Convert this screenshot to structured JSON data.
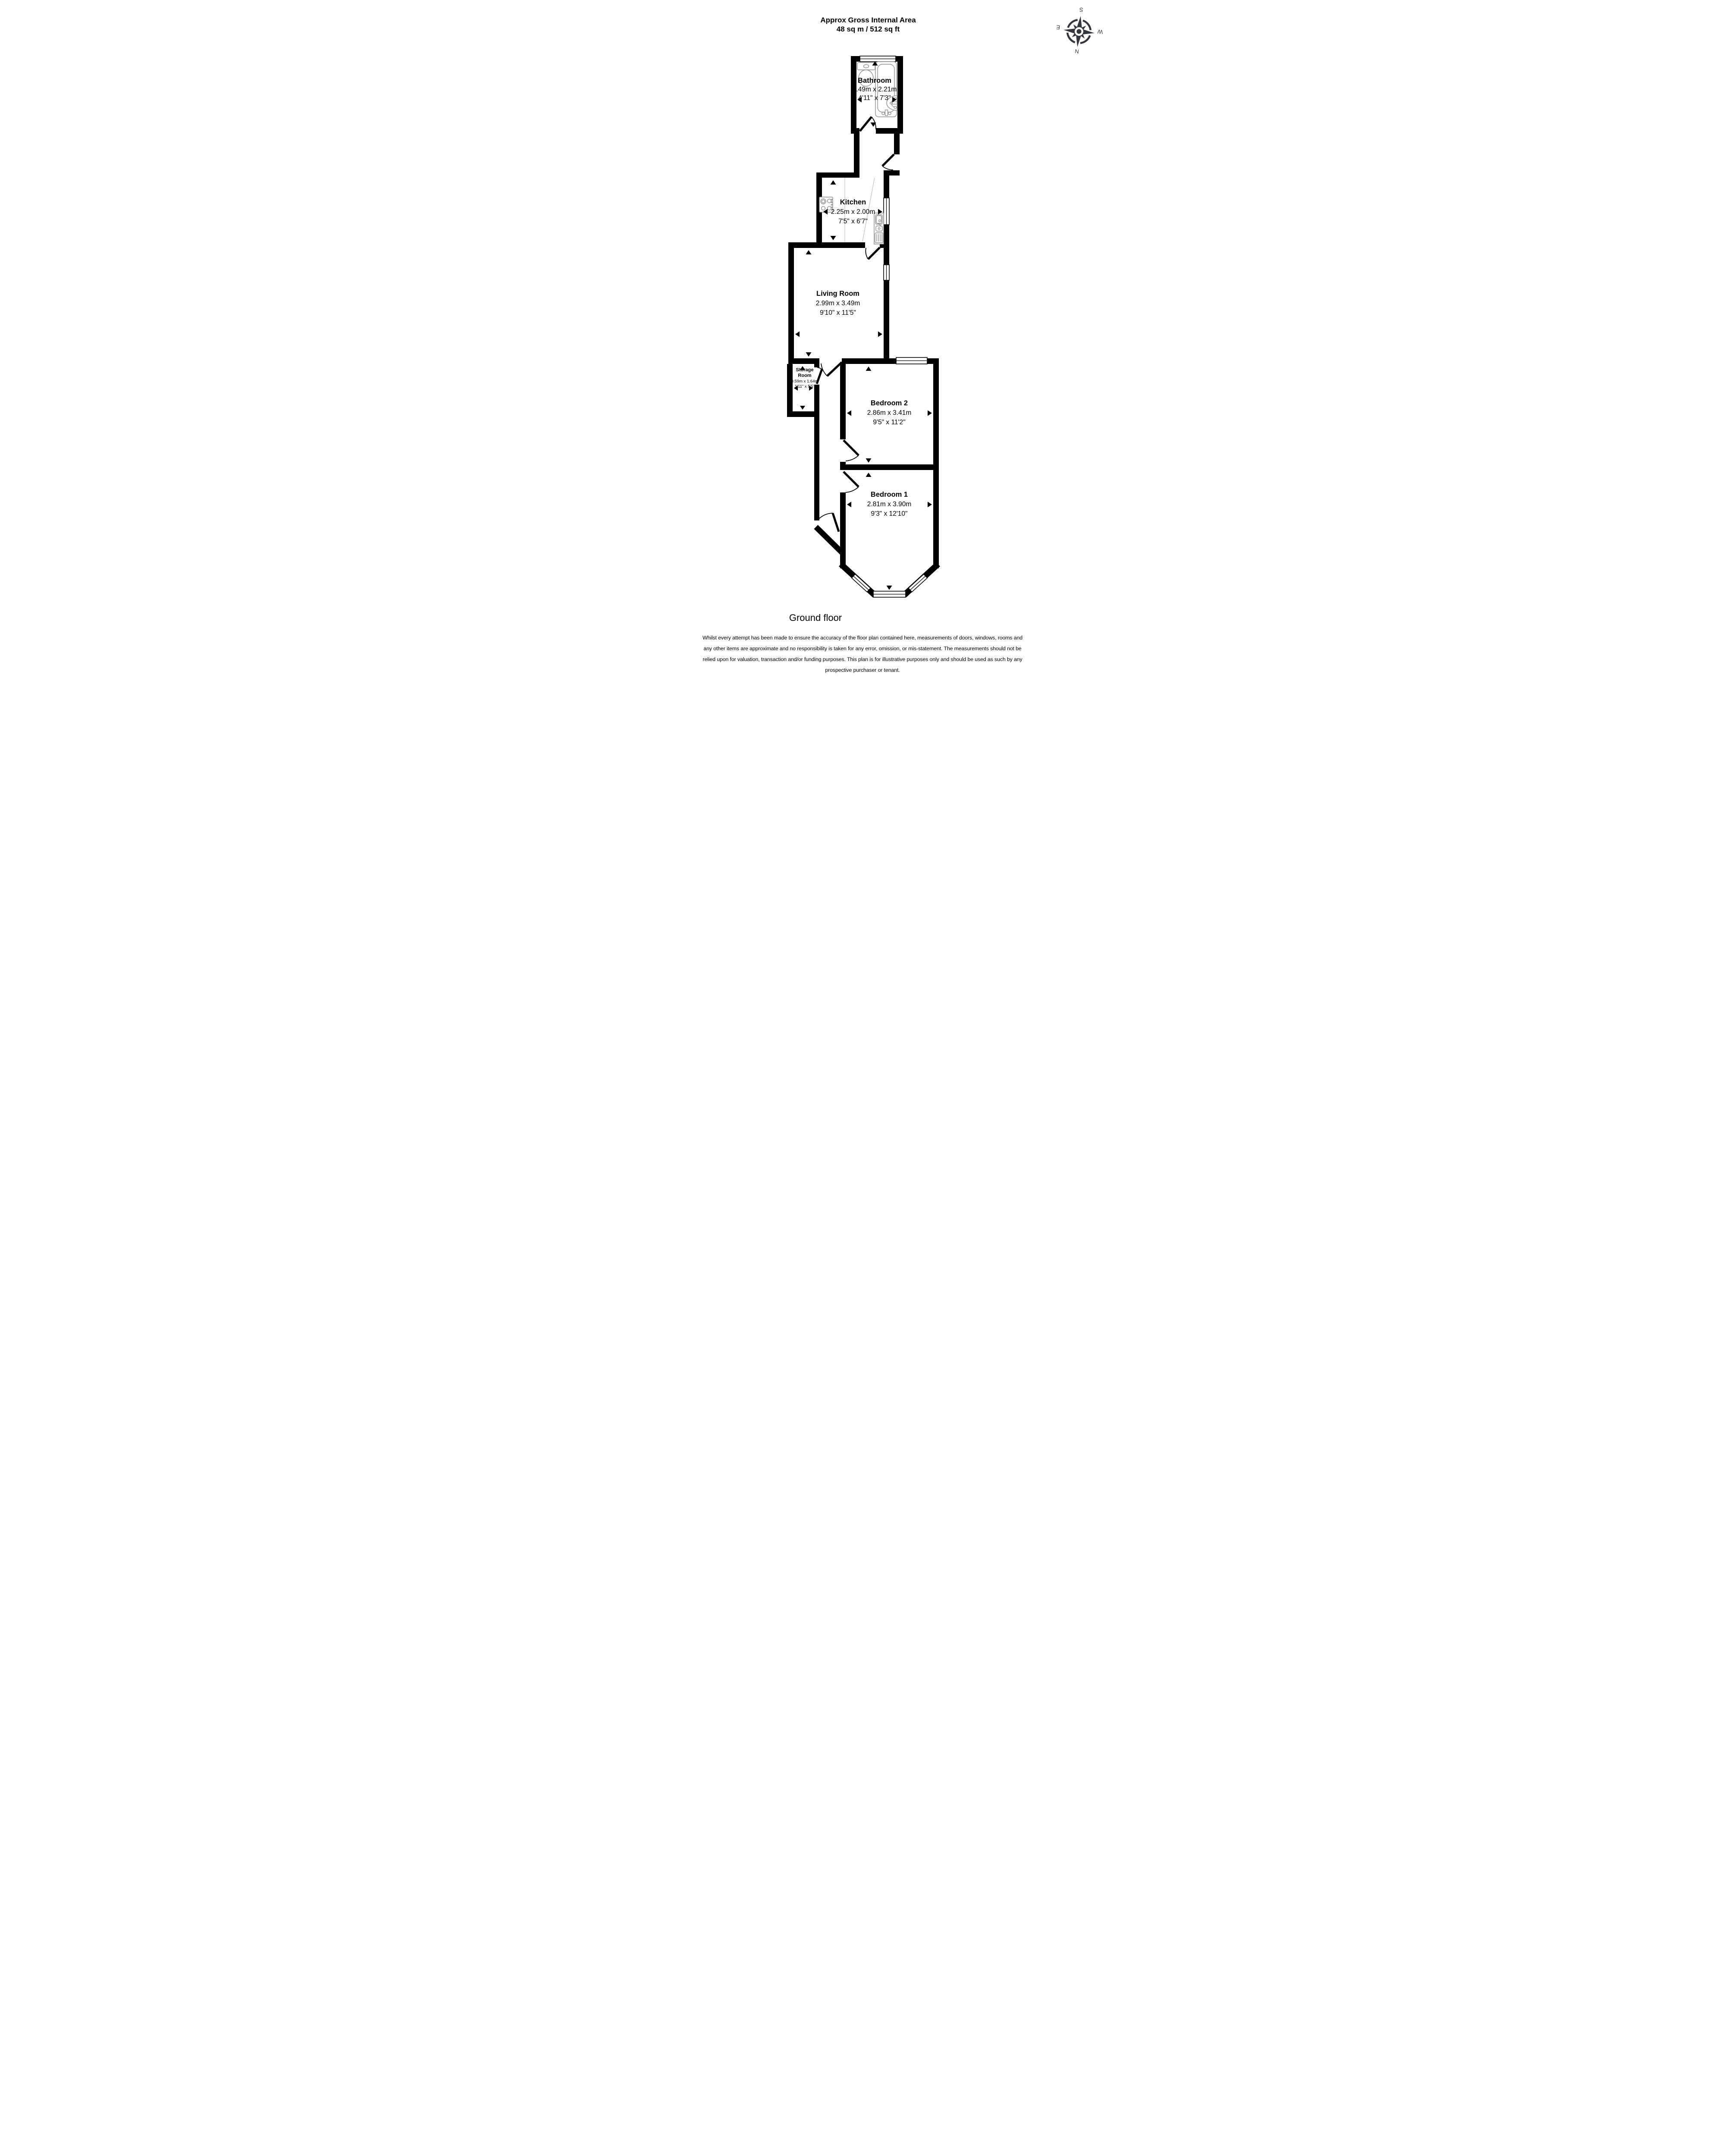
{
  "title": {
    "line1": "Approx Gross Internal Area",
    "line2": "48 sq m / 512 sq ft"
  },
  "floor_label": "Ground floor",
  "compass": {
    "north": "N",
    "south": "S",
    "east": "E",
    "west": "W"
  },
  "rooms": [
    {
      "id": "bathroom",
      "name": "Bathroom",
      "metric": "1.49m x 2.21m",
      "imperial": "4'11\" x 7'3\""
    },
    {
      "id": "kitchen",
      "name": "Kitchen",
      "metric": "2.25m x 2.00m",
      "imperial": "7'5\" x 6'7\""
    },
    {
      "id": "living-room",
      "name": "Living Room",
      "metric": "2.99m x 3.49m",
      "imperial": "9'10\" x 11'5\""
    },
    {
      "id": "storage-room",
      "name_line1": "Storage",
      "name_line2": "Room",
      "metric": "0.59m x 1.64m",
      "imperial": "1'11\" x 5'5\""
    },
    {
      "id": "bedroom-2",
      "name": "Bedroom 2",
      "metric": "2.86m x 3.41m",
      "imperial": "9'5\" x 11'2\""
    },
    {
      "id": "bedroom-1",
      "name": "Bedroom 1",
      "metric": "2.81m x 3.90m",
      "imperial": "9'3\" x 12'10\""
    }
  ],
  "disclaimer": [
    "Whilst every attempt has been made to ensure the accuracy of the floor plan contained here, measurements of doors, windows, rooms and",
    "any other items are approximate and no responsibility is taken for any error, omission, or mis-statement. The measurements should not be",
    "relied upon for valuation, transaction and/or funding purposes. This plan is for illustrative purposes only and should be used as such by any",
    "prospective purchaser or tenant."
  ],
  "colors": {
    "wall": "#000000",
    "fixture_outline": "#8f8f8f",
    "compass": "#35353d",
    "text": "#000000",
    "background": "#ffffff"
  }
}
